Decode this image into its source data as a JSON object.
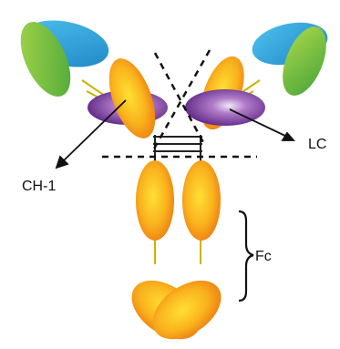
{
  "labels": {
    "ch1": "CH-1",
    "lc": "LC",
    "fc": "Fc"
  },
  "colors": {
    "blue": "#2aa3d8",
    "green": "#7cc242",
    "orange": "#f7a21a",
    "yellow": "#ffd21f",
    "purple": "#7b3a9c",
    "line": "#111111"
  }
}
